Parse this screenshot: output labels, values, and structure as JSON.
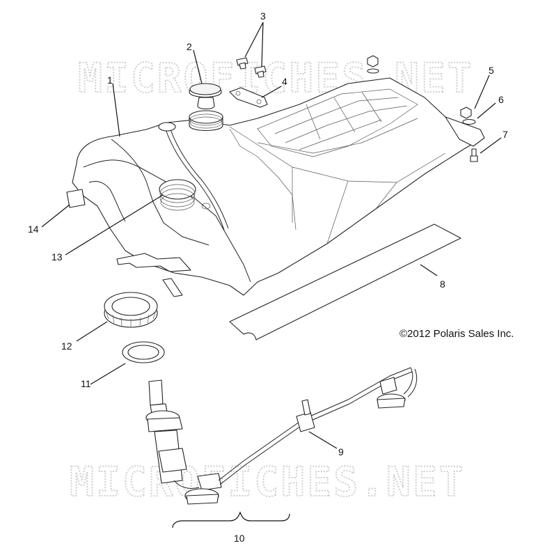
{
  "watermark": "MICROFICHES.NET",
  "copyright": "©2012 Polaris Sales Inc.",
  "callouts": [
    {
      "id": "1",
      "label": "1"
    },
    {
      "id": "2",
      "label": "2"
    },
    {
      "id": "3",
      "label": "3"
    },
    {
      "id": "4",
      "label": "4"
    },
    {
      "id": "5",
      "label": "5"
    },
    {
      "id": "6",
      "label": "6"
    },
    {
      "id": "7",
      "label": "7"
    },
    {
      "id": "8",
      "label": "8"
    },
    {
      "id": "9",
      "label": "9"
    },
    {
      "id": "10",
      "label": "10"
    },
    {
      "id": "11",
      "label": "11"
    },
    {
      "id": "12",
      "label": "12"
    },
    {
      "id": "13",
      "label": "13"
    },
    {
      "id": "14",
      "label": "14"
    }
  ]
}
